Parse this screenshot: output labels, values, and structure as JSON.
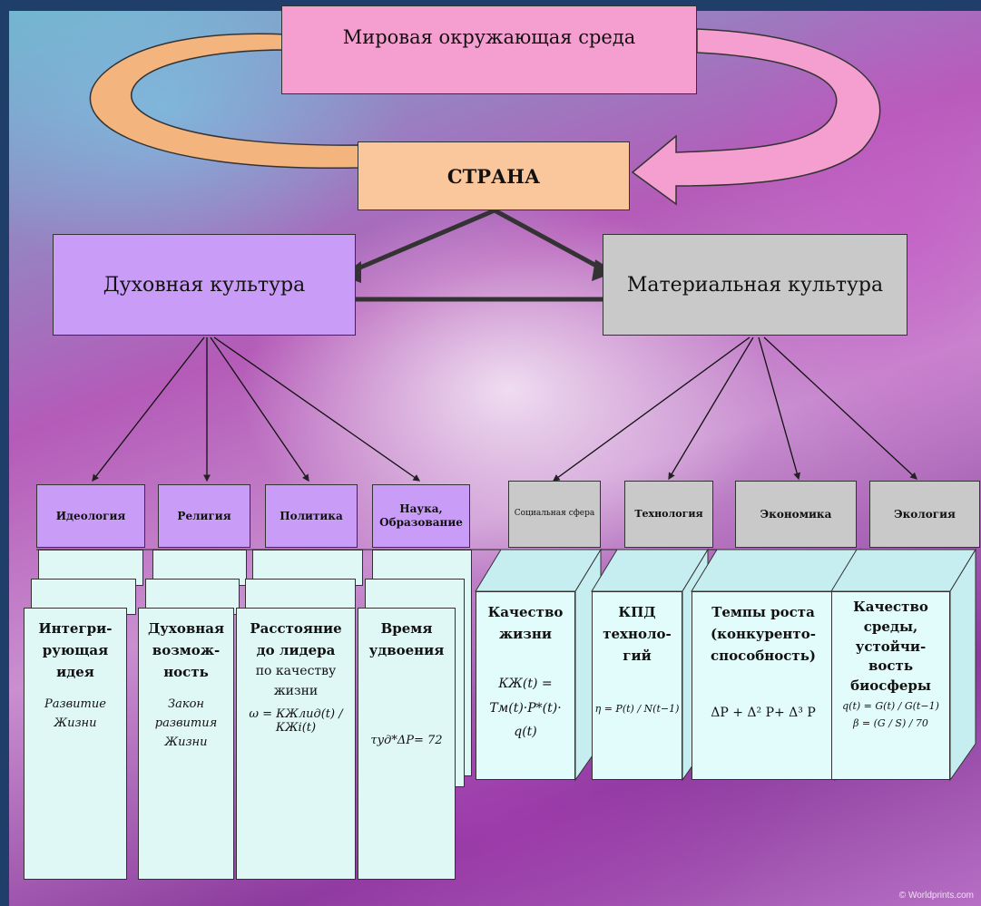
{
  "world": "Мировая окружающая среда",
  "country": "СТРАНА",
  "spiritual": "Духовная культура",
  "material": "Материальная культура",
  "spiritual_items": [
    {
      "label": "Идеология",
      "title": [
        "Интегри-",
        "рующая",
        "идея"
      ],
      "body": [
        "Развитие",
        "Жизни"
      ]
    },
    {
      "label": "Религия",
      "title": [
        "Духовная",
        "возмож-",
        "ность"
      ],
      "body": [
        "Закон",
        "развития",
        "Жизни"
      ]
    },
    {
      "label": "Политика",
      "title": [
        "Расстояние",
        "до лидера"
      ],
      "body": [
        "по качеству",
        "жизни"
      ],
      "formula": "ω = КЖлид(t) / КЖi(t)"
    },
    {
      "label": "Наука, Образование",
      "title": [
        "Время",
        "удвоения"
      ],
      "formula": "τуд*ΔP= 72"
    }
  ],
  "material_items": [
    {
      "label": "Социальная сфера",
      "title": [
        "Качество",
        "жизни"
      ],
      "formula": [
        "КЖ(t) =",
        "Tм(t)·P*(t)·",
        "q(t)"
      ]
    },
    {
      "label": "Технология",
      "title": [
        "КПД",
        "техноло-",
        "гий"
      ],
      "formula": "η = P(t) / N(t−1)"
    },
    {
      "label": "Экономика",
      "title": [
        "Темпы роста",
        "(конкуренто-",
        "способность)"
      ],
      "formula": "ΔP + Δ² P+ Δ³ P"
    },
    {
      "label": "Экология",
      "title": [
        "Качество",
        "среды,",
        "устойчи-",
        "вость",
        "биосферы"
      ],
      "formula": [
        "q(t) = G(t) / G(t−1)",
        "β = (G / S) / 70"
      ]
    }
  ],
  "watermark": "© Worldprints.com"
}
